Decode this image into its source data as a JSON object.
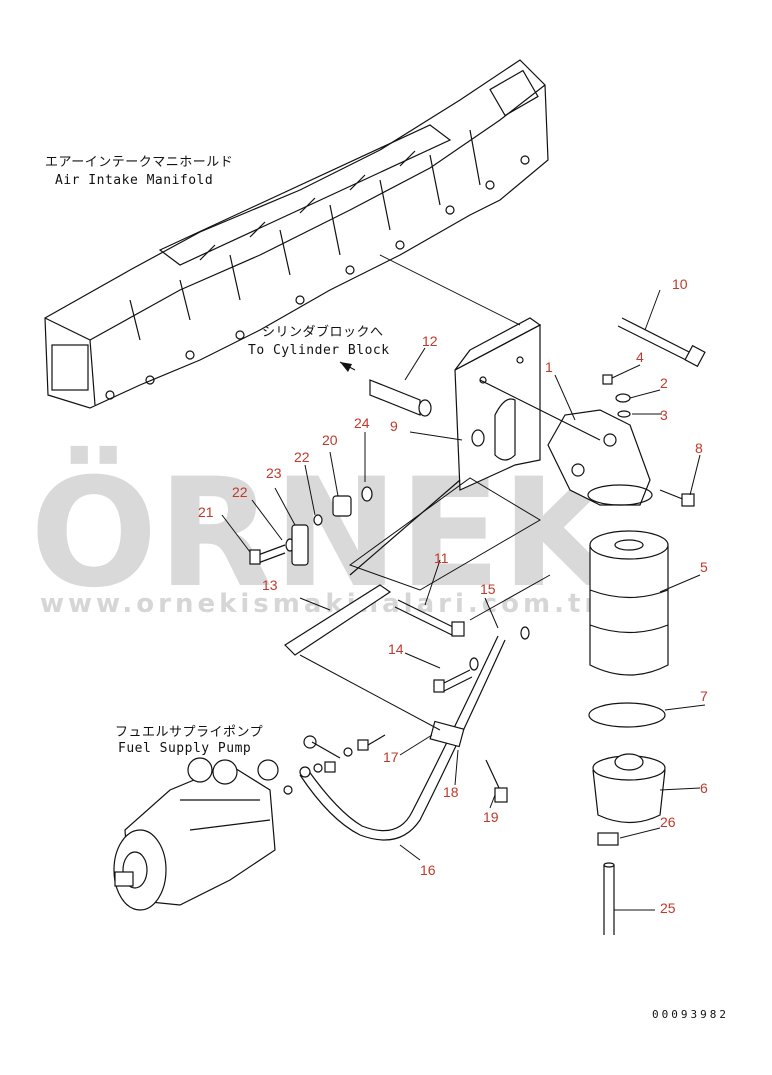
{
  "labels": {
    "air_intake_jp": "エアーインテークマニホールド",
    "air_intake_en": "Air Intake Manifold",
    "cylinder_jp": "シリンダブロックへ",
    "cylinder_en": "To Cylinder Block",
    "fuel_pump_jp": "フュエルサプライポンプ",
    "fuel_pump_en": "Fuel Supply Pump"
  },
  "watermark": {
    "brand": "ÖRNEK",
    "url": "www.ornekismakinalari.com.tr"
  },
  "document_number": "00093982",
  "part_numbers": {
    "p1": "1",
    "p2": "2",
    "p3": "3",
    "p4": "4",
    "p5": "5",
    "p6": "6",
    "p7": "7",
    "p8": "8",
    "p9": "9",
    "p10": "10",
    "p11": "11",
    "p12": "12",
    "p13": "13",
    "p14": "14",
    "p15": "15",
    "p16": "16",
    "p17": "17",
    "p18": "18",
    "p19": "19",
    "p20": "20",
    "p21": "21",
    "p22a": "22",
    "p22b": "22",
    "p23": "23",
    "p24": "24",
    "p25": "25",
    "p26": "26"
  },
  "colors": {
    "callout": "#c0392b",
    "line": "#111111",
    "watermark": "#d9d9d9"
  }
}
